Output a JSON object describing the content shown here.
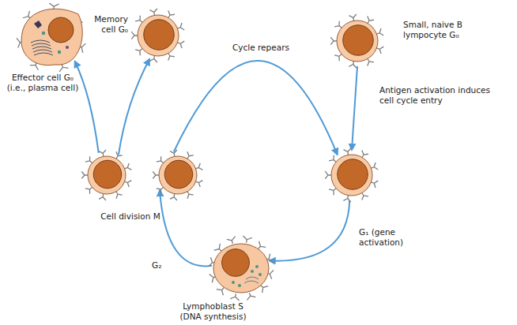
{
  "diagram": {
    "nodes": [
      {
        "text": [
          "Small, naive B lympocyte G₀"
        ]
      },
      {
        "text": []
      },
      {
        "text": [
          "Lymphoblast S (DNA synthesis)"
        ]
      },
      {
        "text": [
          "Cell division M"
        ]
      },
      {
        "text": [
          "Effector cell G₀ (i.e., plasma cell)"
        ]
      },
      {
        "text": [
          "Memory cell G₀"
        ]
      }
    ],
    "edges": [
      {
        "from": 0,
        "to": 1,
        "arrow": "to",
        "label": "Antigen activation induces cell cycle entry"
      },
      {
        "from": 1,
        "to": 2,
        "arrow": "to",
        "label": "G₁ (gene activation)"
      },
      {
        "from": 2,
        "to": 3,
        "arrow": "to",
        "label": "G₂"
      },
      {
        "from": 3,
        "to": 1,
        "arrow": "to",
        "label": "Cycle repears"
      },
      {
        "from": 3,
        "to": 4,
        "arrow": "to"
      },
      {
        "from": 3,
        "to": 5,
        "arrow": "to"
      }
    ]
  }
}
